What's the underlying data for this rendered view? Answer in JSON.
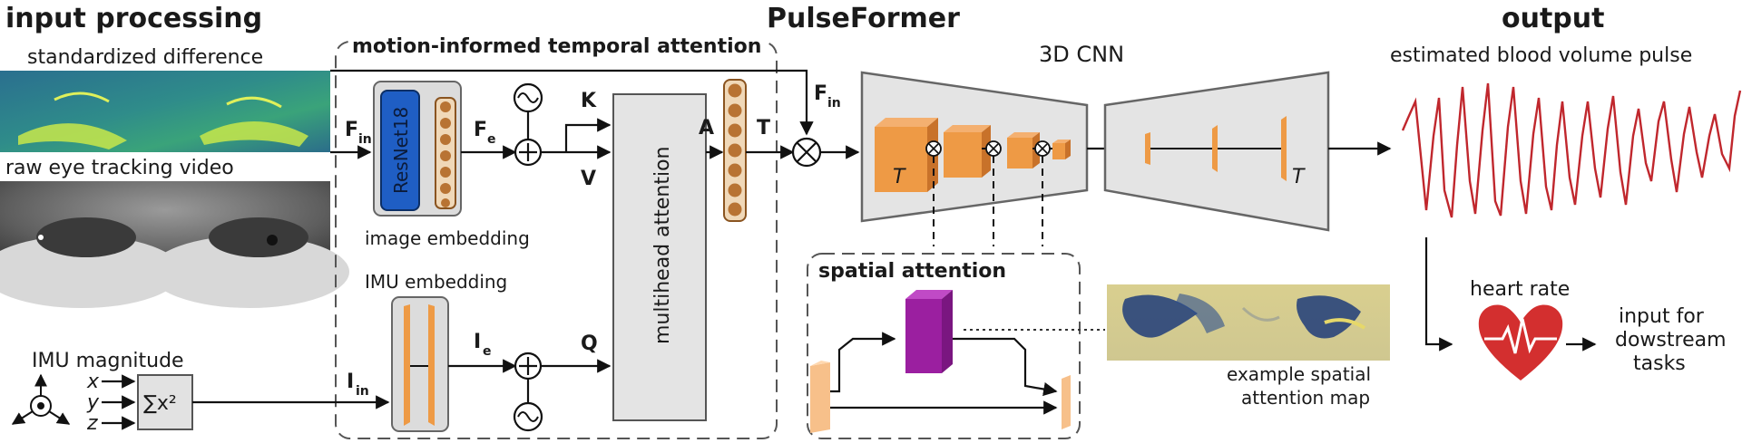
{
  "headings": {
    "input_processing": "input processing",
    "pulseformer": "PulseFormer",
    "output": "output"
  },
  "inputs": {
    "standardized_difference": "standardized difference",
    "raw_video": "raw eye tracking video",
    "imu_magnitude": "IMU magnitude",
    "axes": [
      "x",
      "y",
      "z"
    ],
    "sum_square": "∑x²"
  },
  "temporal_attention": {
    "title": "motion-informed temporal attention",
    "resnet": "ResNet18",
    "image_embedding": "image embedding",
    "imu_embedding": "IMU embedding",
    "multihead": "multihead attention",
    "symbols": {
      "F": "F",
      "F_sub": "in",
      "Fe": "F",
      "Fe_sub": "e",
      "I": "I",
      "I_sub": "in",
      "Ie": "I",
      "Ie_sub": "e",
      "K": "K",
      "V": "V",
      "Q": "Q",
      "A": "A",
      "T": "T"
    }
  },
  "cnn": {
    "title": "3D CNN",
    "t_label": "T",
    "fin_main": "F",
    "fin_sub": "in"
  },
  "spatial_attention": {
    "title": "spatial attention",
    "map_caption_line1": "example spatial",
    "map_caption_line2": "attention map"
  },
  "output": {
    "bvp_label": "estimated blood volume pulse",
    "heart_rate": "heart rate",
    "downstream_line1": "input for",
    "downstream_line2": "dowstream",
    "downstream_line3": "tasks"
  },
  "colors": {
    "orange": "#ee9a45",
    "orange_dark": "#c8722a",
    "bead": "#b87333",
    "bead_fill": "#f0d8b8",
    "resnet_blue": "#1f5ec4",
    "purple": "#9b1fa0",
    "signal_red": "#c0272d",
    "heart_red": "#d32f2f",
    "gray_panel": "#e4e4e4"
  }
}
